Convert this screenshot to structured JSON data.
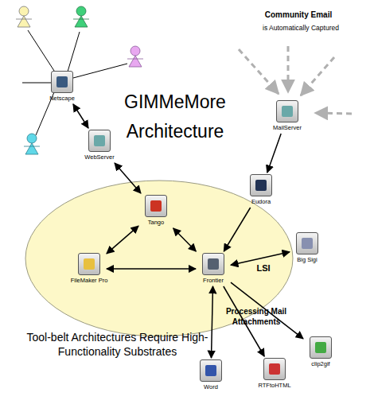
{
  "diagram": {
    "title": "GIMMeMore Architecture",
    "caption": "Tool-belt Architectures Require High-Functionality Substrates",
    "nodes": [
      {
        "text": [
          "Netscape"
        ]
      },
      {
        "text": [
          "WebServer"
        ]
      },
      {
        "text": [
          "MailServer"
        ]
      },
      {
        "text": [
          "Eudora"
        ]
      },
      {
        "text": [
          "Tango"
        ]
      },
      {
        "text": [
          "FileMaker Pro"
        ]
      },
      {
        "text": [
          "Frontier"
        ]
      },
      {
        "text": [
          "Big Sigi"
        ]
      },
      {
        "text": [
          "Word"
        ]
      },
      {
        "text": [
          "RTFtoHTML"
        ]
      },
      {
        "text": [
          "clip2gif"
        ]
      }
    ],
    "edges": [
      {
        "from": 0,
        "to": 1,
        "arrow": "both"
      },
      {
        "from": 1,
        "to": 4,
        "arrow": "both"
      },
      {
        "from": 4,
        "to": 5,
        "arrow": "both"
      },
      {
        "from": 4,
        "to": 6,
        "arrow": "both"
      },
      {
        "from": 5,
        "to": 6,
        "arrow": "both"
      },
      {
        "from": 2,
        "to": 3,
        "arrow": "to"
      },
      {
        "from": 3,
        "to": 6,
        "arrow": "to"
      },
      {
        "from": 6,
        "to": 7,
        "label": "LSI",
        "arrow": "both"
      },
      {
        "from": 6,
        "to": 8,
        "arrow": "both"
      },
      {
        "from": 6,
        "to": 9,
        "arrow": "to"
      },
      {
        "from": 6,
        "to": 10,
        "arrow": "to"
      }
    ],
    "labels": [
      "Community Email",
      "is Automatically Captured",
      "Processing Mail Attachments"
    ]
  }
}
